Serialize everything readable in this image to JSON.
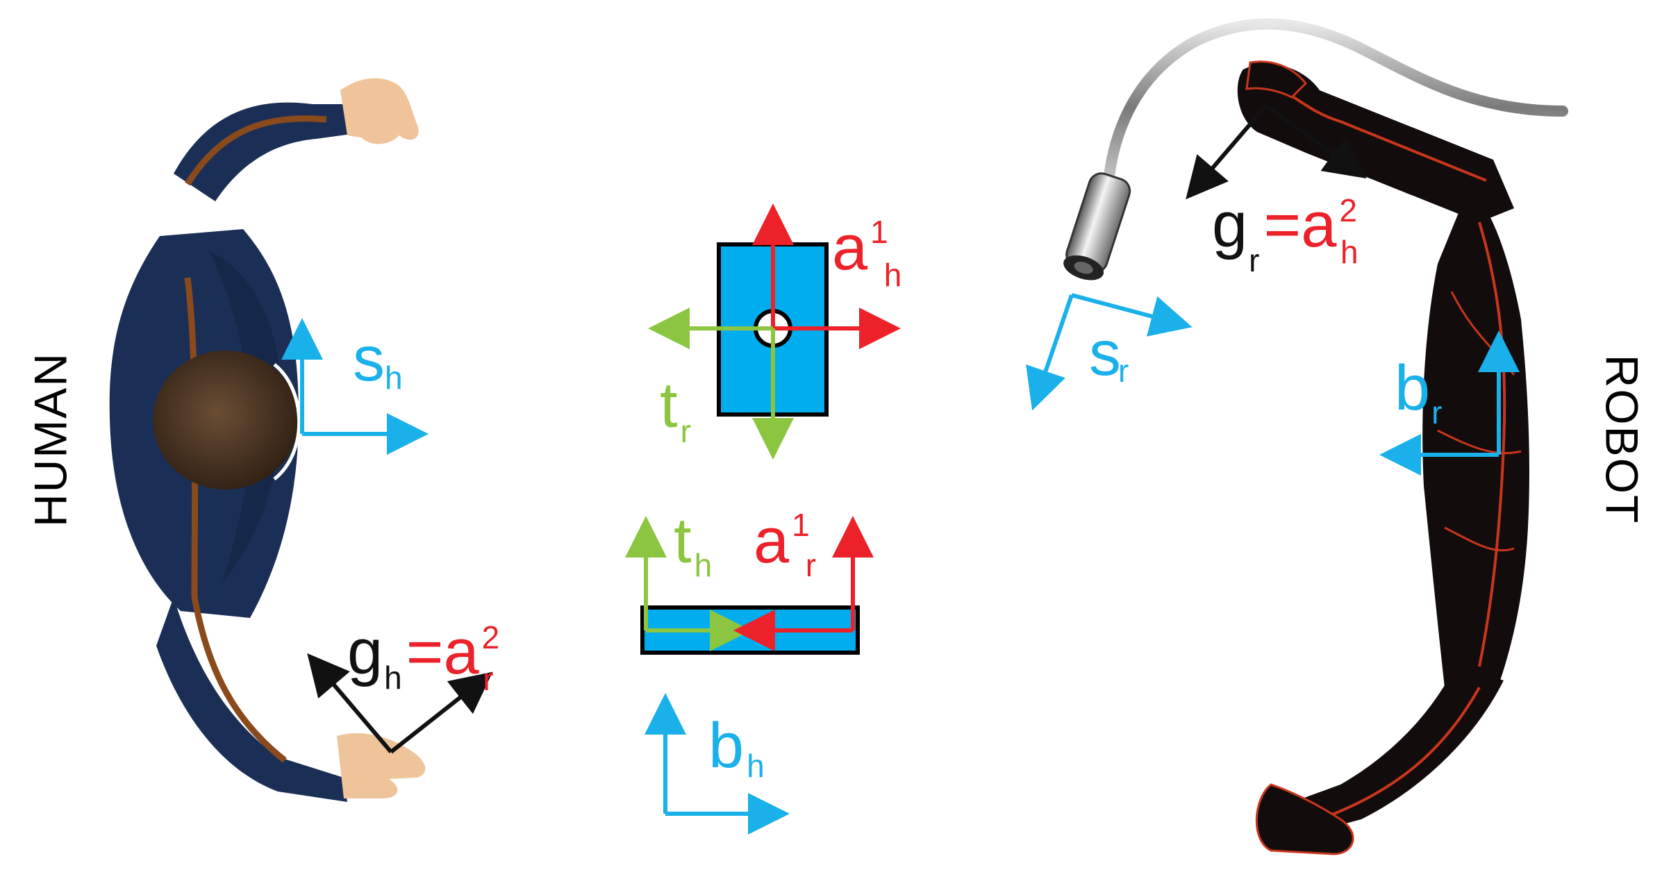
{
  "side_labels": {
    "left": "HUMAN",
    "right": "ROBOT"
  },
  "frames": {
    "s_h": {
      "main": "s",
      "sub": "h"
    },
    "s_r": {
      "main": "s",
      "sub": "r"
    },
    "b_h": {
      "main": "b",
      "sub": "h"
    },
    "b_r": {
      "main": "b",
      "sub": "r"
    },
    "t_r": {
      "main": "t",
      "sub": "r"
    },
    "t_h": {
      "main": "t",
      "sub": "h"
    },
    "a1_h": {
      "main": "a",
      "sup": "1",
      "sub": "h"
    },
    "a1_r": {
      "main": "a",
      "sup": "1",
      "sub": "r"
    },
    "g_h_eq": {
      "main": "g",
      "sub": "h",
      "eq": "=",
      "rhs_main": "a",
      "rhs_sup": "2",
      "rhs_sub": "r"
    },
    "g_r_eq": {
      "main": "g",
      "sub": "r",
      "eq": "=",
      "rhs_main": "a",
      "rhs_sup": "2",
      "rhs_sub": "h"
    }
  },
  "colors": {
    "blue": "#1ab0ea",
    "red": "#ec2129",
    "green": "#8cc540",
    "black": "#111111",
    "object_fill": "#00aeef",
    "human_suit": "#1b2f56",
    "human_stripe": "#8a4a1c",
    "human_hair": "#4a3524",
    "skin": "#f0c49a",
    "robot_body": "#120c0c",
    "robot_glow": "#c8361c",
    "cable": "#a0a0a0"
  }
}
